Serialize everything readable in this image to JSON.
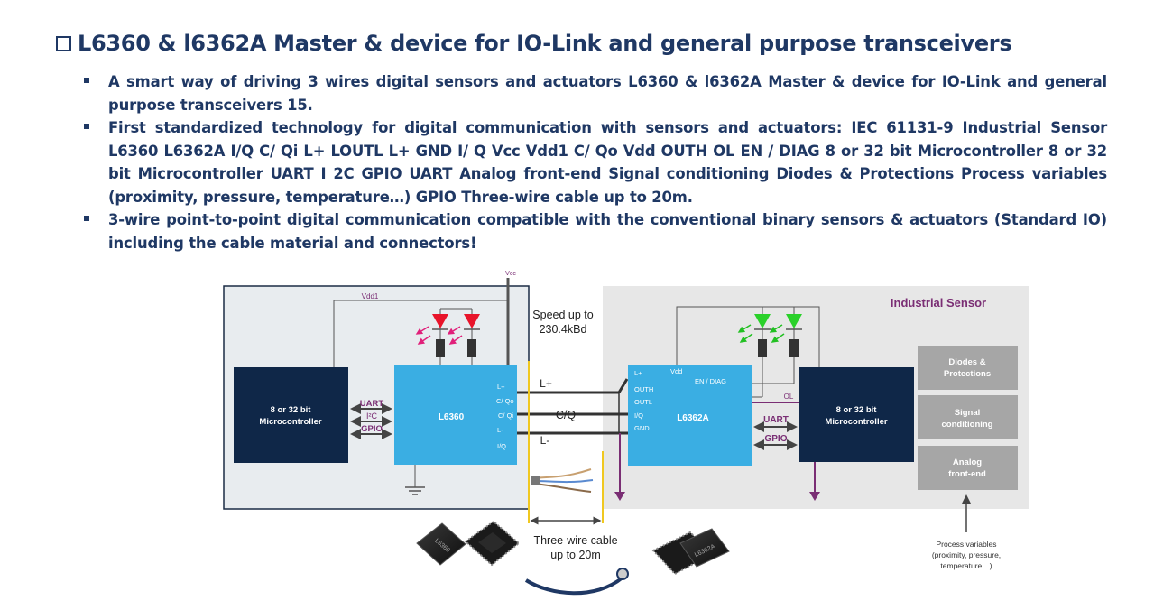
{
  "title": "L6360 & l6362A Master & device for IO-Link and general purpose transceivers",
  "bullets": [
    "A smart way of driving 3 wires digital sensors and actuators L6360 & l6362A Master & device for IO-Link and general purpose transceivers 15.",
    "First standardized technology for digital communication with sensors and actuators: IEC 61131-9 Industrial Sensor L6360 L6362A I/Q C/ Qi L+ LOUTL L+ GND I/ Q Vcc Vdd1 C/ Qo Vdd OUTH OL EN / DIAG 8 or 32 bit Microcontroller 8 or 32 bit Microcontroller UART I 2C GPIO UART Analog front-end Signal conditioning Diodes & Protections Process variables (proximity, pressure, temperature…) GPIO Three-wire cable up to 20m.",
    "3-wire point-to-point digital communication compatible with the conventional binary sensors & actuators (Standard IO) including the cable material and connectors!"
  ],
  "diagram": {
    "vcc": "Vcc",
    "vdd1": "Vdd1",
    "speed_line1": "Speed up to",
    "speed_line2": "230.4kBd",
    "master_mcu_line1": "8 or 32 bit",
    "master_mcu_line2": "Microcontroller",
    "uart_left": "UART",
    "i2c_left": "I²C",
    "gpio_left": "GPIO",
    "l6360_label": "L6360",
    "l6360_pins": [
      "L+",
      "C/ Qo",
      "C/ Qi",
      "L-",
      "I/Q"
    ],
    "line_lplus": "L+",
    "line_cq": "C/Q",
    "line_lminus": "L-",
    "industrial_sensor": "Industrial Sensor",
    "l6362a_label": "L6362A",
    "l6362a_pins": [
      "L+",
      "OUTH",
      "OUTL",
      "I/Q",
      "GND"
    ],
    "vdd": "Vdd",
    "en_diag": "EN / DIAG",
    "ol": "OL",
    "uart_right": "UART",
    "gpio_right": "GPIO",
    "sensor_mcu_line1": "8 or 32 bit",
    "sensor_mcu_line2": "Microcontroller",
    "diodes_line1": "Diodes &",
    "diodes_line2": "Protections",
    "signal_line1": "Signal",
    "signal_line2": "conditioning",
    "analog_line1": "Analog",
    "analog_line2": "front-end",
    "cable_line1": "Three-wire cable",
    "cable_line2": "up to 20m",
    "process_line1": "Process variables",
    "process_line2": "(proximity, pressure,",
    "process_line3": "temperature…)",
    "chip_left_marking": "L6360",
    "chip_right_marking": "L6362A"
  },
  "colors": {
    "title": "#1f3864",
    "mcu": "#0f2748",
    "chip": "#3aaee3",
    "panel": "#e7e7e7",
    "block": "#a6a6a6",
    "signal": "#7a2e74",
    "red_led": "#e8142a",
    "green_led": "#2ad12a"
  }
}
